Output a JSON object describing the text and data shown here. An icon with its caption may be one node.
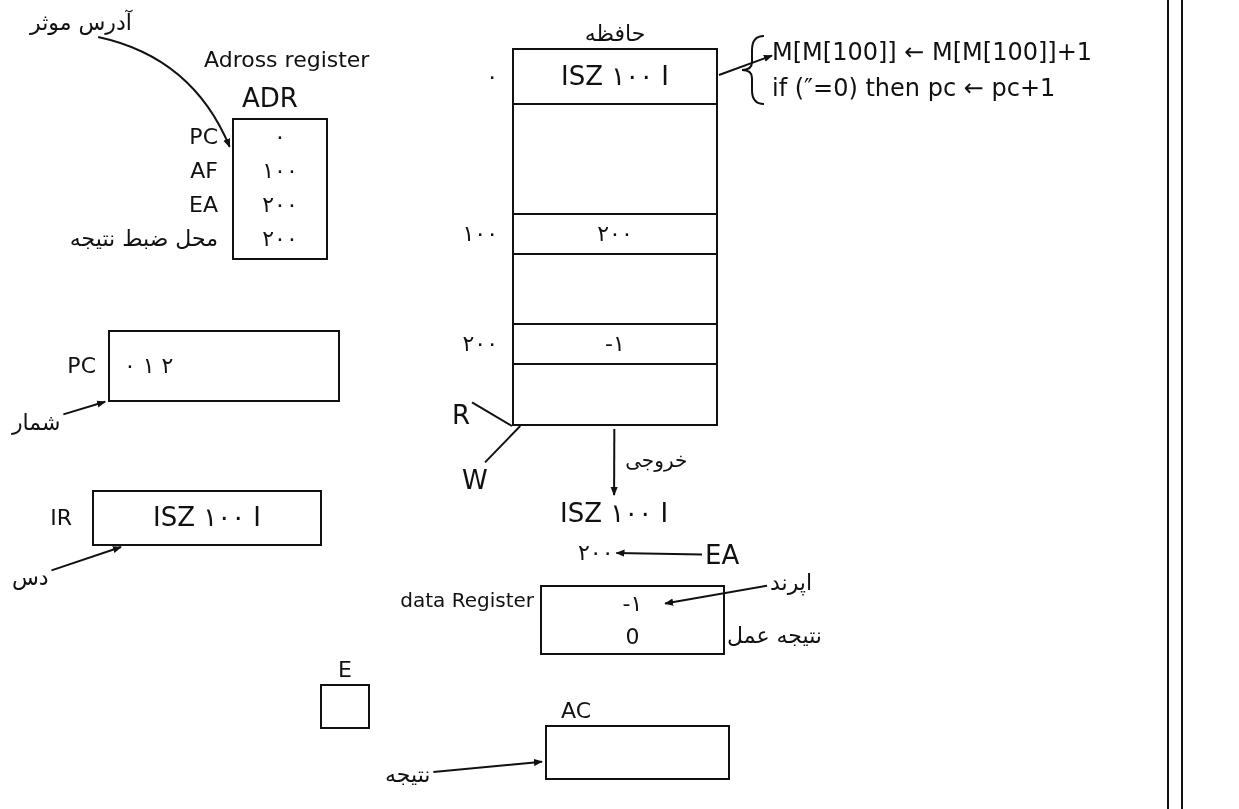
{
  "diagram": {
    "nodes": [
      {
        "text": [
          "آدرس موثر"
        ]
      },
      {
        "text": [
          "Adross register",
          "ADR"
        ]
      },
      {
        "text": [
          "۰"
        ],
        "beside": [
          "PC"
        ],
        "in": 1
      },
      {
        "text": [
          "۱۰۰"
        ],
        "beside": [
          "AF"
        ],
        "in": 1
      },
      {
        "text": [
          "۲۰۰"
        ],
        "beside": [
          "EA"
        ],
        "in": 1
      },
      {
        "text": [
          "۲۰۰"
        ],
        "beside": [
          "محل ضبط نتیجه"
        ],
        "in": 1
      },
      {
        "text": [
          "۰ ۱ ۲"
        ],
        "beside": [
          "PC"
        ]
      },
      {
        "text": [
          "شمار"
        ]
      },
      {
        "text": [
          "ISZ ۱۰۰ I"
        ],
        "beside": [
          "IR"
        ]
      },
      {
        "text": [
          "دس"
        ]
      },
      {
        "text": [
          "حافظه"
        ]
      },
      {
        "text": [
          "ISZ ۱۰۰ I"
        ],
        "beside": [
          "۰"
        ],
        "in": 10
      },
      {
        "text": [],
        "shape": "box",
        "in": 10
      },
      {
        "text": [
          "۲۰۰"
        ],
        "beside": [
          "۱۰۰"
        ],
        "in": 10
      },
      {
        "text": [],
        "shape": "box",
        "in": 10
      },
      {
        "text": [
          "-۱"
        ],
        "beside": [
          "۲۰۰"
        ],
        "in": 10
      },
      {
        "text": [],
        "shape": "box",
        "in": 10
      },
      {
        "text": [
          "M[M[100]] ← M[M[100]]+1",
          "if (″=0) then pc ← pc+1"
        ]
      },
      {
        "text": [
          "R"
        ]
      },
      {
        "text": [
          "W"
        ]
      },
      {
        "text": [
          "ISZ ۱۰۰ I"
        ]
      },
      {
        "text": [
          "۲۰۰"
        ]
      },
      {
        "text": [
          "EA"
        ]
      },
      {
        "text": [
          "data Register"
        ],
        "beside": [
          "نتیجه عمل"
        ]
      },
      {
        "text": [
          "-۱"
        ],
        "in": 23
      },
      {
        "text": [
          "0"
        ],
        "in": 23
      },
      {
        "text": [
          "اپرند"
        ]
      },
      {
        "text": [
          "E"
        ]
      },
      {
        "text": [
          "AC"
        ]
      },
      {
        "text": [
          "نتیجه"
        ]
      }
    ],
    "edges": [
      {
        "from": 0,
        "to": 1,
        "arrow": "to"
      },
      {
        "from": 7,
        "to": 6,
        "arrow": "to"
      },
      {
        "from": 9,
        "to": 8,
        "arrow": "to"
      },
      {
        "from": 11,
        "to": 17,
        "arrow": "to"
      },
      {
        "from": 18,
        "to": 10,
        "arrow": "none"
      },
      {
        "from": 19,
        "to": 10,
        "arrow": "none"
      },
      {
        "from": 10,
        "to": 20,
        "arrow": "to",
        "label": "خروجی"
      },
      {
        "from": 22,
        "to": 21,
        "arrow": "to"
      },
      {
        "from": 26,
        "to": 24,
        "arrow": "to"
      },
      {
        "from": 29,
        "to": 28,
        "arrow": "to"
      }
    ]
  }
}
